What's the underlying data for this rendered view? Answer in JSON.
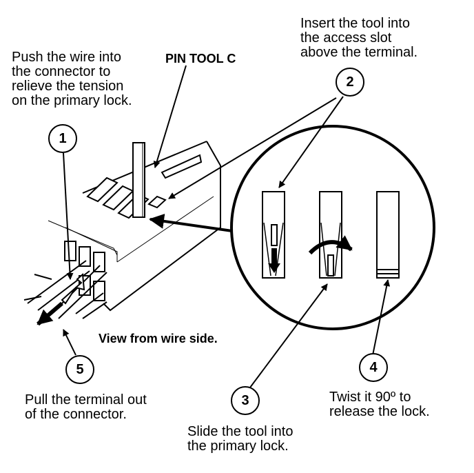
{
  "diagram": {
    "title": "Terminal removal procedure - view from wire side",
    "tool_label": "PIN TOOL C",
    "view_label": "View from wire side.",
    "steps": [
      {
        "number": "1",
        "lines": [
          "Push the wire into",
          "the connector to",
          "relieve the tension",
          "on the primary lock."
        ]
      },
      {
        "number": "2",
        "lines": [
          "Insert the tool into",
          "the access slot",
          "above the terminal."
        ]
      },
      {
        "number": "3",
        "lines": [
          "Slide the tool into",
          "the primary lock."
        ]
      },
      {
        "number": "4",
        "lines": [
          "Twist it 90º to",
          "release the lock."
        ]
      },
      {
        "number": "5",
        "lines": [
          "Pull the terminal out",
          "of the connector."
        ]
      }
    ],
    "colors": {
      "ink": "#000000",
      "paper": "#ffffff"
    }
  }
}
